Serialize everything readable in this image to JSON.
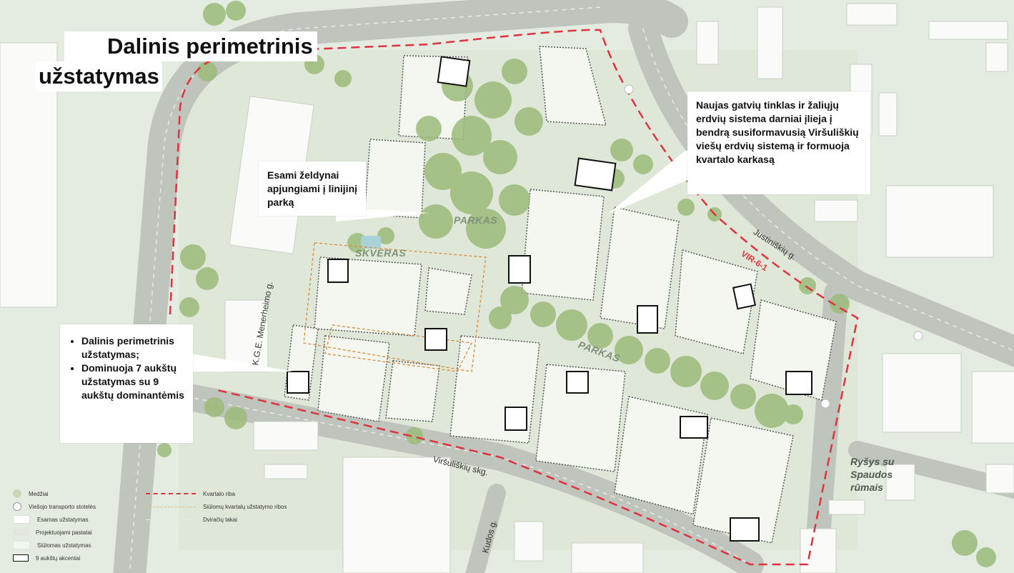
{
  "title": {
    "line1": "Dalinis perimetrinis",
    "line2": "užstatymas"
  },
  "callouts": {
    "greenery": "Esami želdynai apjungiami į linijinį parką",
    "network": "Naujas gatvių tinklas ir žaliųjų erdvių sistema darniai įlieja į bendrą susiformavusią Viršuliškių viešų erdvių sistemą ir formuoja kvartalo karkasą",
    "bullets": [
      "Dalinis perimetrinis užstatymas;",
      "Dominuoja 7 aukštų užstatymas su 9 aukštų dominantėmis"
    ],
    "link": "Ryšys su Spaudos rūmais"
  },
  "map_labels": {
    "park1": "PARKAS",
    "park2": "PARKAS",
    "square": "SKVERAS",
    "street_justiniskiu": "Justiniškių g.",
    "street_code": "VIR-6-1",
    "street_menerheimo": "K.G.E. Menerheimo g.",
    "street_virsuliskiu": "Viršuliškių skg.",
    "street_bottom": "Kudos g."
  },
  "legend": {
    "left": [
      "Medžiai",
      "Viešojo transporto stotelės",
      "Esamas užstatymas",
      "Projektuojami pastatai",
      "Siūlomas užstatymas",
      "9 aukštų akcentai"
    ],
    "right": [
      "Kvartalo riba",
      "Siūlomų kvartalų užstatymo ribos",
      "Dviračių takai"
    ]
  },
  "colors": {
    "background": "#e4ebe0",
    "road": "#b7bcb6",
    "boundary": "#e0333d",
    "building": "#f6f8f4",
    "tree": "#96b476",
    "accent_outline": "#111111"
  }
}
